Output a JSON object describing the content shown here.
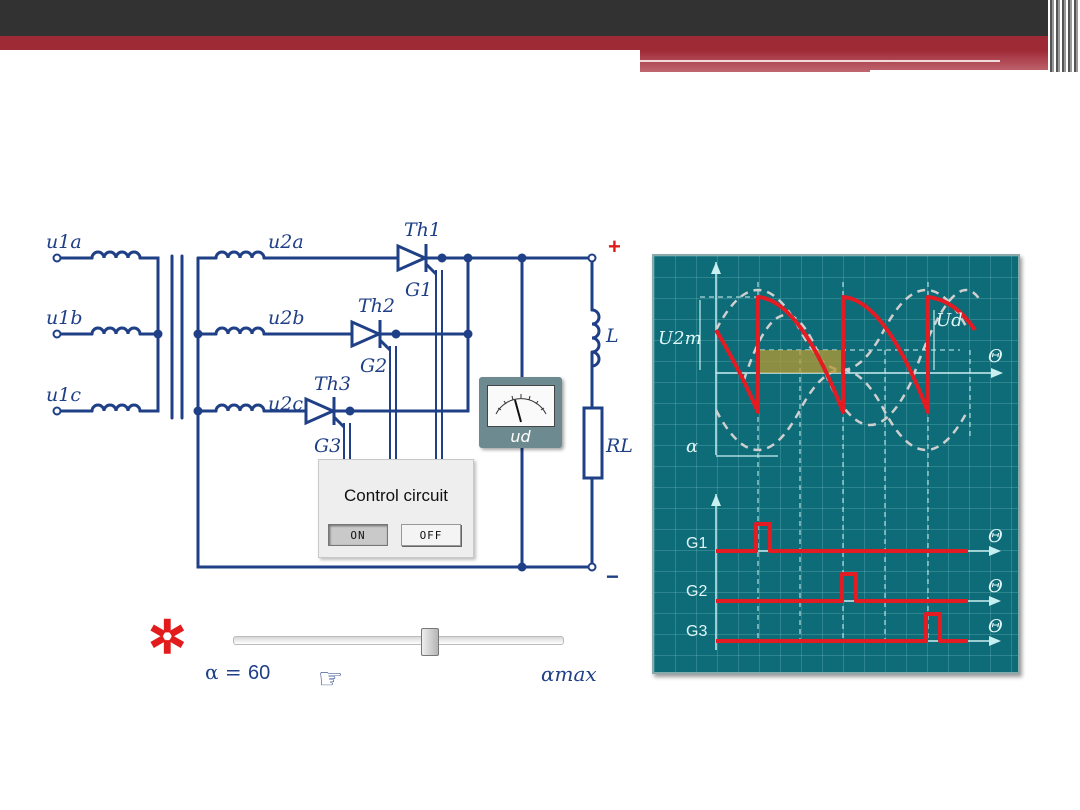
{
  "circuit": {
    "labels": {
      "u1a": "u1a",
      "u1b": "u1b",
      "u1c": "u1c",
      "u2a": "u2a",
      "u2b": "u2b",
      "u2c": "u2c",
      "th1": "Th1",
      "th2": "Th2",
      "th3": "Th3",
      "g1": "G1",
      "g2": "G2",
      "g3": "G3",
      "inductor": "L",
      "resistor": "RL",
      "plus": "+",
      "minus": "−"
    }
  },
  "control_circuit": {
    "title": "Control circuit",
    "on_label": "ON",
    "off_label": "OFF"
  },
  "meter": {
    "label": "ud"
  },
  "slider": {
    "alpha_text": "α = ",
    "alpha_value": "60",
    "alpha_max_label": "αmax",
    "position": 0.6
  },
  "scope": {
    "labels": {
      "u2m": "U2m",
      "ud": "Ud",
      "theta": "Θ",
      "alpha": "α",
      "g1": "G1",
      "g2": "G2",
      "g3": "G3"
    }
  },
  "colors": {
    "wire": "#1f3f86",
    "waveform": "#e31b23",
    "scope_bg": "#0e6b78",
    "accent": "#e21c1c"
  },
  "icons": {
    "star": "asterisk-icon",
    "hand": "pointing-hand-icon"
  }
}
